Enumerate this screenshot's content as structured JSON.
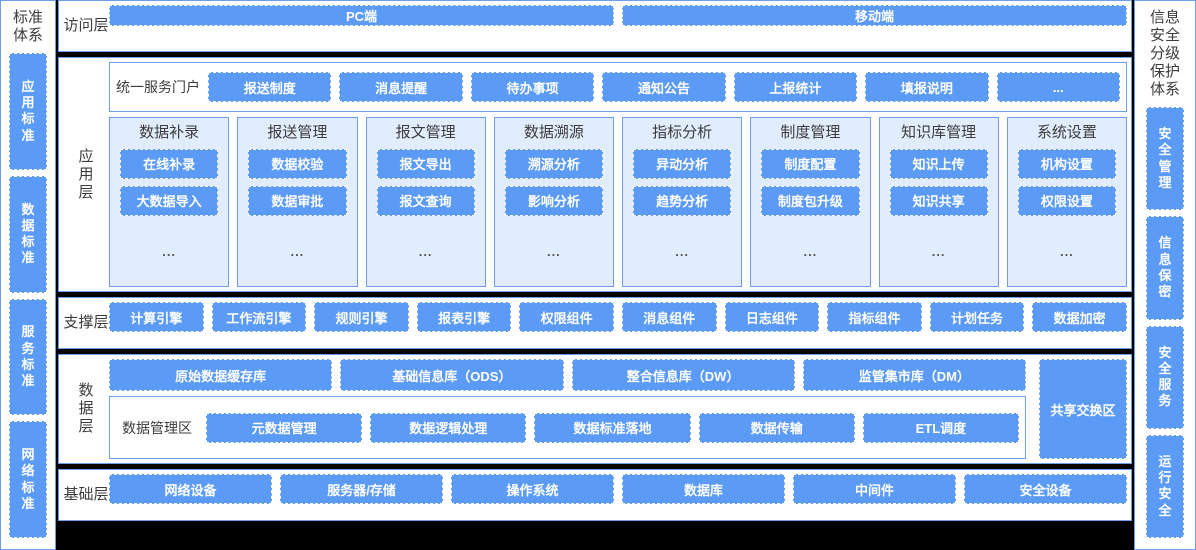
{
  "left_sidebar": {
    "title": "标准体系",
    "items": [
      {
        "label": "应用标准"
      },
      {
        "label": "数据标准"
      },
      {
        "label": "服务标准"
      },
      {
        "label": "网络标准"
      }
    ]
  },
  "right_sidebar": {
    "title": "信息安全分级保护体系",
    "items": [
      {
        "label": "安全管理"
      },
      {
        "label": "信息保密"
      },
      {
        "label": "安全服务"
      },
      {
        "label": "运行安全"
      }
    ]
  },
  "layers": {
    "access": {
      "label": "访问层",
      "items": [
        "PC端",
        "移动端"
      ]
    },
    "application": {
      "label": "应用层",
      "portal": {
        "label": "统一服务门户",
        "items": [
          "报送制度",
          "消息提醒",
          "待办事项",
          "通知公告",
          "上报统计",
          "填报说明",
          "..."
        ]
      },
      "cards": [
        {
          "title": "数据补录",
          "items": [
            "在线补录",
            "大数据导入"
          ],
          "more": "..."
        },
        {
          "title": "报送管理",
          "items": [
            "数据校验",
            "数据审批"
          ],
          "more": "..."
        },
        {
          "title": "报文管理",
          "items": [
            "报文导出",
            "报文查询"
          ],
          "more": "..."
        },
        {
          "title": "数据溯源",
          "items": [
            "溯源分析",
            "影响分析"
          ],
          "more": "..."
        },
        {
          "title": "指标分析",
          "items": [
            "异动分析",
            "趋势分析"
          ],
          "more": "..."
        },
        {
          "title": "制度管理",
          "items": [
            "制度配置",
            "制度包升级"
          ],
          "more": "..."
        },
        {
          "title": "知识库管理",
          "items": [
            "知识上传",
            "知识共享"
          ],
          "more": "..."
        },
        {
          "title": "系统设置",
          "items": [
            "机构设置",
            "权限设置"
          ],
          "more": "..."
        }
      ]
    },
    "support": {
      "label": "支撑层",
      "items": [
        "计算引擎",
        "工作流引擎",
        "规则引擎",
        "报表引擎",
        "权限组件",
        "消息组件",
        "日志组件",
        "指标组件",
        "计划任务",
        "数据加密"
      ]
    },
    "data": {
      "label": "数据层",
      "databases": [
        "原始数据缓存库",
        "基础信息库（ODS）",
        "整合信息库（DW）",
        "监管集市库（DM）"
      ],
      "manage_zone": {
        "label": "数据管理区",
        "items": [
          "元数据管理",
          "数据逻辑处理",
          "数据标准落地",
          "数据传输",
          "ETL调度"
        ]
      },
      "exchange_zone": "共享交换区"
    },
    "infrastructure": {
      "label": "基础层",
      "items": [
        "网络设备",
        "服务器/存储",
        "操作系统",
        "数据库",
        "中间件",
        "安全设备"
      ]
    }
  },
  "colors": {
    "accent": "#5b9bf6",
    "border": "#6d9eeb",
    "card_bg": "#e1ecfd",
    "separator": "#000000",
    "text": "#3c3c3c"
  }
}
